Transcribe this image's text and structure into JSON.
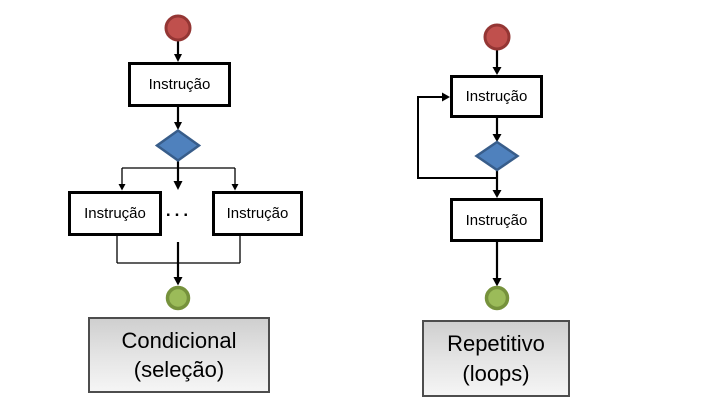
{
  "colors": {
    "start_node_fill": "#C0504D",
    "start_node_stroke": "#943634",
    "decision_fill": "#4F81BD",
    "decision_stroke": "#385D8A",
    "end_node_fill": "#9BBB59",
    "end_node_stroke": "#76923C",
    "connector": "#000000",
    "caption_border": "#4d4d4d",
    "caption_fill_top": "#cfcfcf",
    "caption_fill_bottom": "#f5f5f5",
    "background": "#ffffff"
  },
  "left_diagram": {
    "top_box_label": "Instrução",
    "branch_left_box_label": "Instrução",
    "branch_right_box_label": "Instrução",
    "ellipsis": "...",
    "caption_line1": "Condicional",
    "caption_line2": "(seleção)"
  },
  "right_diagram": {
    "top_box_label": "Instrução",
    "body_box_label": "Instrução",
    "caption_line1": "Repetitivo",
    "caption_line2": "(loops)"
  }
}
